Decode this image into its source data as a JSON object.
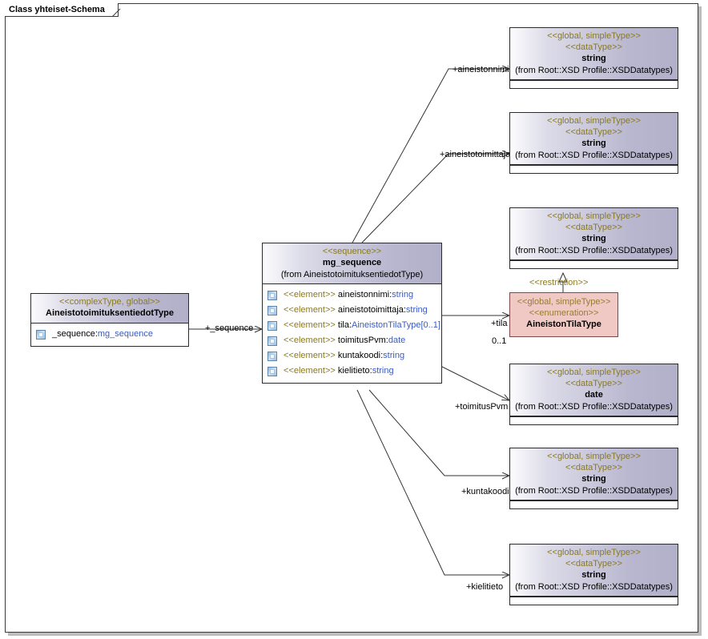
{
  "frame": {
    "title": "Class yhteiset-Schema"
  },
  "classes": {
    "complex_type": {
      "stereotype": "<<complexType, global>>",
      "name": "AineistotoimituksentiedotType",
      "attributes": [
        {
          "icon": "element-icon",
          "prefix": "",
          "name": "_sequence:",
          "type": "mg_sequence"
        }
      ]
    },
    "sequence": {
      "stereotype": "<<sequence>>",
      "name": "mg_sequence",
      "from": "(from AineistotoimituksentiedotType)",
      "attributes": [
        {
          "icon": "element-icon",
          "kw": "<<element>>",
          "name": " aineistonnimi:",
          "type": "string",
          "suffix": ""
        },
        {
          "icon": "element-icon",
          "kw": "<<element>>",
          "name": " aineistotoimittaja:",
          "type": "string",
          "suffix": ""
        },
        {
          "icon": "element-icon",
          "kw": "<<element>>",
          "name": " tila:",
          "type": "AineistonTilaType",
          "suffix": "[0..1]"
        },
        {
          "icon": "element-icon",
          "kw": "<<element>>",
          "name": " toimitusPvm:",
          "type": "date",
          "suffix": ""
        },
        {
          "icon": "element-icon",
          "kw": "<<element>>",
          "name": " kuntakoodi:",
          "type": "string",
          "suffix": ""
        },
        {
          "icon": "element-icon",
          "kw": "<<element>>",
          "name": " kielitieto:",
          "type": "string",
          "suffix": ""
        }
      ]
    },
    "datatype_string_1": {
      "stereotype1": "<<global, simpleType>>",
      "stereotype2": "<<dataType>>",
      "name": "string",
      "from": "(from Root::XSD Profile::XSDDatatypes)"
    },
    "datatype_string_2": {
      "stereotype1": "<<global, simpleType>>",
      "stereotype2": "<<dataType>>",
      "name": "string",
      "from": "(from Root::XSD Profile::XSDDatatypes)"
    },
    "datatype_string_3": {
      "stereotype1": "<<global, simpleType>>",
      "stereotype2": "<<dataType>>",
      "name": "string",
      "from": "(from Root::XSD Profile::XSDDatatypes)"
    },
    "datatype_date": {
      "stereotype1": "<<global, simpleType>>",
      "stereotype2": "<<dataType>>",
      "name": "date",
      "from": "(from Root::XSD Profile::XSDDatatypes)"
    },
    "datatype_string_4": {
      "stereotype1": "<<global, simpleType>>",
      "stereotype2": "<<dataType>>",
      "name": "string",
      "from": "(from Root::XSD Profile::XSDDatatypes)"
    },
    "datatype_string_5": {
      "stereotype1": "<<global, simpleType>>",
      "stereotype2": "<<dataType>>",
      "name": "string",
      "from": "(from Root::XSD Profile::XSDDatatypes)"
    },
    "enumeration": {
      "stereotype1": "<<global, simpleType>>",
      "stereotype2": "<<enumeration>>",
      "name": "AineistonTilaType"
    }
  },
  "links": {
    "sequence_role": "+_sequence",
    "aineistonnimi": "+aineistonnimi",
    "aineistotoimittaja": "+aineistotoimittaja",
    "tila": "+tila",
    "tila_multiplicity": "0..1",
    "toimitusPvm": "+toimitusPvm",
    "kuntakoodi": "+kuntakoodi",
    "kielitieto": "+kielitieto",
    "restriction": "<<restriction>>"
  },
  "colors": {
    "header_gradient_end": "#b2b0c9",
    "stereotype_text": "#8a7a22",
    "type_text": "#3b5bbf",
    "enumeration_fill": "#f0c9c4",
    "enumeration_border": "#7d4a4a",
    "box_border": "#2b2b2b",
    "frame_shadow": "#bdbdbd"
  }
}
